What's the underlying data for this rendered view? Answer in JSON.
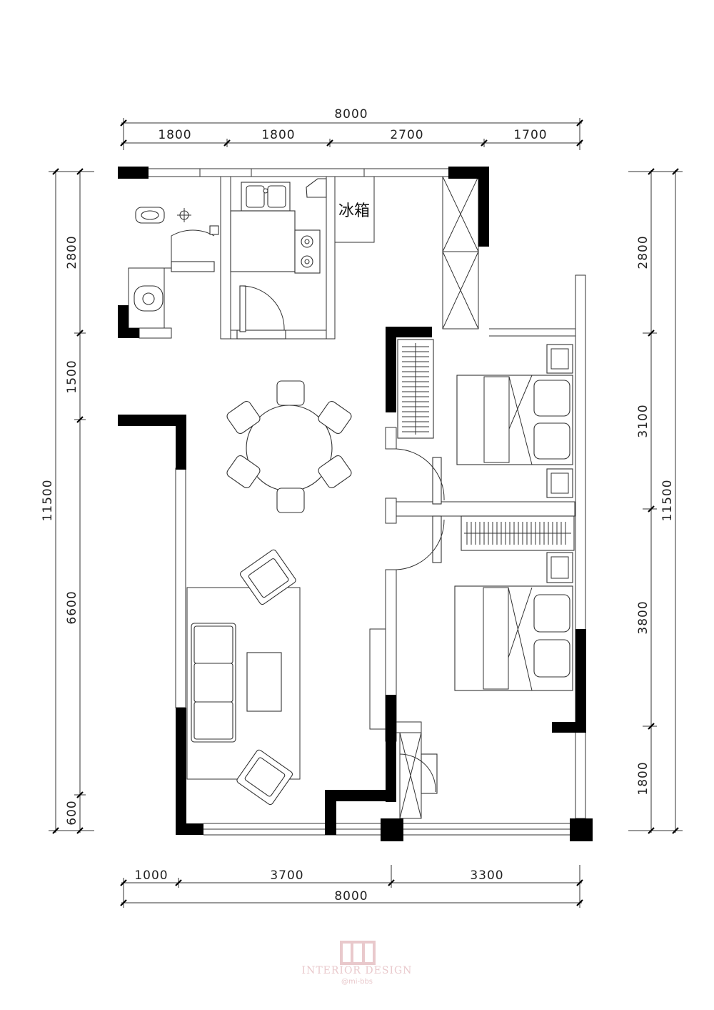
{
  "dimensions": {
    "top_total": "8000",
    "top_segments": [
      "1800",
      "1800",
      "2700",
      "1700"
    ],
    "bottom_segments": [
      "1000",
      "3700",
      "3300"
    ],
    "bottom_total": "8000",
    "left_segments": [
      "2800",
      "1500",
      "6600",
      "600"
    ],
    "left_total": "11500",
    "right_segments": [
      "2800",
      "3100",
      "3800",
      "1800"
    ],
    "right_total": "11500"
  },
  "labels": {
    "fridge": "冰箱"
  },
  "watermark": {
    "main": "INTERIOR DESIGN",
    "sub": "@mi-bbs"
  },
  "colors": {
    "wall": "#000000",
    "line": "#333333",
    "watermark": "#e9c9cc"
  }
}
